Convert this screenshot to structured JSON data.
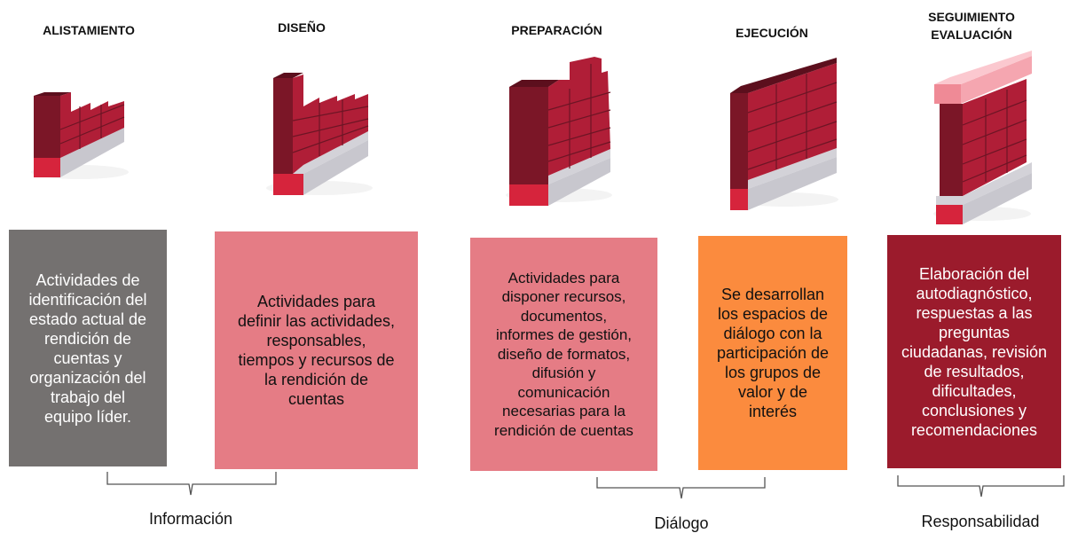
{
  "stages": [
    {
      "title": "ALISTAMIENTO",
      "text": "Actividades de\nidentificación del\nestado actual de\nrendición de\ncuentas y\norganización del\ntrabajo del\nequipo líder.",
      "color": "#747170"
    },
    {
      "title": "DISEÑO",
      "text": "Actividades para\ndefinir las actividades,\nresponsables,\ntiempos y recursos de\nla rendición de\ncuentas",
      "color": "#e57c85"
    },
    {
      "title": "PREPARACIÓN",
      "text": "Actividades para\ndisponer recursos,\ndocumentos,\ninformes de gestión,\ndiseño de formatos,\ndifusión y\ncomunicación\nnecesarias para la\nrendición de cuentas",
      "color": "#e57c85"
    },
    {
      "title": "EJECUCIÓN",
      "text": "Se desarrollan\nlos espacios de\ndiálogo con la\nparticipación de\nlos grupos de\nvalor y de\ninterés",
      "color": "#fb8b3e"
    },
    {
      "title": "SEGUIMIENTO\nEVALUACIÓN",
      "text": "Elaboración del\nautodiagnóstico,\nrespuestas a las\npreguntas\nciudadanas, revisión\nde resultados,\ndificultades,\nconclusiones y\nrecomendaciones",
      "color": "#9b1b2c"
    }
  ],
  "groups": [
    {
      "label": "Información"
    },
    {
      "label": "Diálogo"
    },
    {
      "label": "Responsabilidad"
    }
  ],
  "colors": {
    "brick_front": "#b01e37",
    "brick_side": "#6d1525",
    "brick_highlight": "#e0405a",
    "base_face": "#d3d2d8",
    "base_front": "#d6243c",
    "cap": "#ef8a96"
  }
}
